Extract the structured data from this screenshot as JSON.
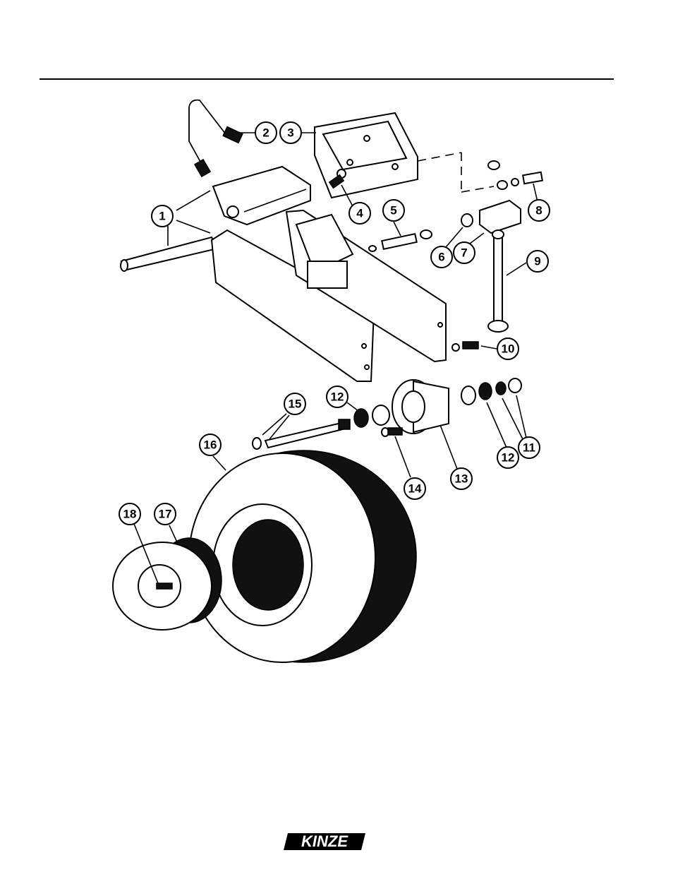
{
  "callouts": [
    {
      "id": "c1",
      "label": "1"
    },
    {
      "id": "c2",
      "label": "2"
    },
    {
      "id": "c3",
      "label": "3"
    },
    {
      "id": "c4",
      "label": "4"
    },
    {
      "id": "c5",
      "label": "5"
    },
    {
      "id": "c6",
      "label": "6"
    },
    {
      "id": "c7",
      "label": "7"
    },
    {
      "id": "c8",
      "label": "8"
    },
    {
      "id": "c9",
      "label": "9"
    },
    {
      "id": "c10",
      "label": "10"
    },
    {
      "id": "c11",
      "label": "11"
    },
    {
      "id": "c12a",
      "label": "12"
    },
    {
      "id": "c12b",
      "label": "12"
    },
    {
      "id": "c13",
      "label": "13"
    },
    {
      "id": "c14",
      "label": "14"
    },
    {
      "id": "c15",
      "label": "15"
    },
    {
      "id": "c16",
      "label": "16"
    },
    {
      "id": "c17",
      "label": "17"
    },
    {
      "id": "c18",
      "label": "18"
    }
  ],
  "brand": {
    "logo_text": "KINZE"
  }
}
